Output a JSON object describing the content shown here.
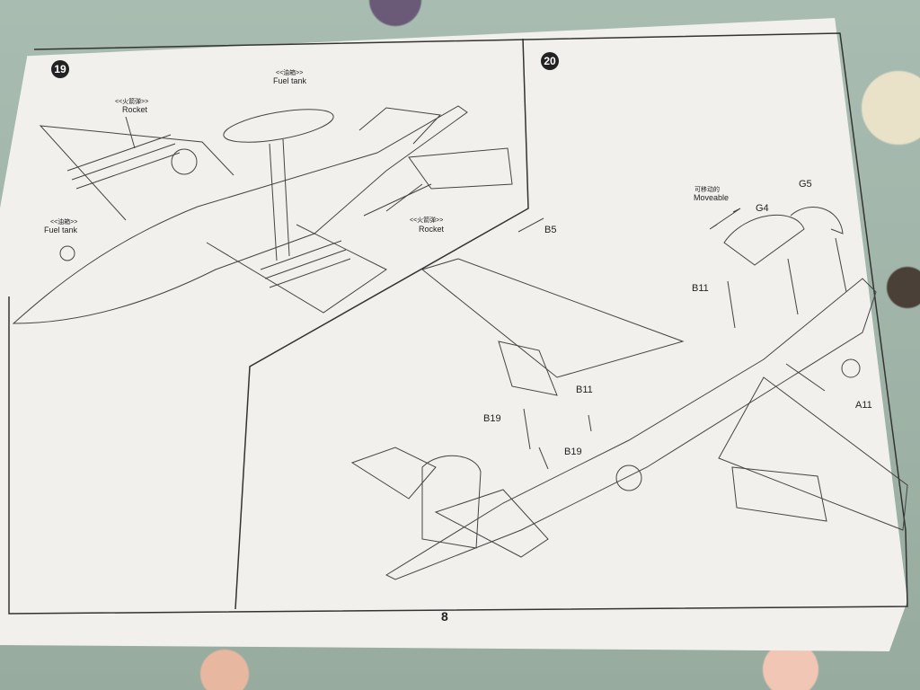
{
  "page": {
    "number": "8"
  },
  "step19": {
    "number": "19",
    "labels": {
      "rocket_top_cn": "<<火箭弹>>",
      "rocket_top": "Rocket",
      "fuel_tank_top_cn": "<<油箱>>",
      "fuel_tank_top": "Fuel tank",
      "fuel_tank_left_cn": "<<油箱>>",
      "fuel_tank_left": "Fuel tank",
      "rocket_right_cn": "<<火箭弹>>",
      "rocket_right": "Rocket"
    }
  },
  "step20": {
    "number": "20",
    "labels": {
      "moveable_cn": "可移动的",
      "moveable": "Moveable",
      "parts": [
        "B5",
        "G4",
        "G5",
        "B11",
        "B11",
        "A11",
        "B19",
        "B19"
      ]
    }
  },
  "colors": {
    "paper": "#f1f0ec",
    "ink": "#222222",
    "tablecloth": "#9fb3a8"
  }
}
